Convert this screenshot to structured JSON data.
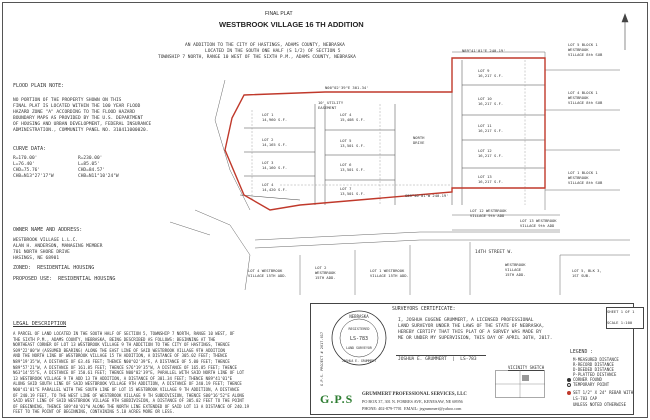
{
  "title": {
    "label": "FINAL PLAT",
    "name": "WESTBROOK VILLAGE 16 TH ADDITION"
  },
  "subtitle": [
    "AN ADDITION TO THE CITY OF HASTINGS, ADAMS COUNTY, NEBRASKA",
    "LOCATED IN THE SOUTH ONE HALF (S 1/2) OF SECTION 5",
    "TOWNSHIP 7 NORTH, RANGE 10 WEST OF THE SIXTH P.M., ADAMS COUNTY, NEBRASKA"
  ],
  "flood": {
    "heading": "FLOOD PLAIN NOTE:",
    "lines": [
      "NO PORTION OF THE PROPERTY SHOWN ON THIS",
      "FINAL PLAT IS LOCATED WITHIN THE 100 YEAR FLOOD",
      "HAZARD ZONE \"A\" ACCORDING TO THE FLOOD HAZARD",
      "BOUNDARY MAPS AS PROVIDED BY THE U.S. DEPARTMENT",
      "OF HOUSING AND URBAN DEVELOPMENT, FEDERAL INSURANCE",
      "ADMINISTRATION., COMMUNITY PANEL NO. 310411000020."
    ]
  },
  "curve": {
    "heading": "CURVE DATA:",
    "a": [
      "R=170.00'",
      "L=76.40'",
      "CHD=75.76'",
      "CHB=N13°27'17\"W"
    ],
    "b": [
      "R=230.00'",
      "L=85.05'",
      "CHD=84.57'",
      "CHB=N11°10'24\"W"
    ]
  },
  "owner": {
    "heading": "OWNER NAME AND ADDRESS:",
    "lines": [
      "WESTBROOK VILLAGE L.L.C.",
      "ALAN H. ANDERSON, MANAGING MEMBER",
      "701 NORTH SHORE DRIVE",
      "HASINGS, NE 68901"
    ],
    "zoned": "ZONED:  RESIDENTIAL HOUSING",
    "proposed": "PROPOSED USE:  RESIDENTIAL HOUSING"
  },
  "legal": {
    "heading": "LEGAL DESCRIPTION",
    "lines": [
      "A PARCEL OF LAND LOCATED IN THE SOUTH HALF OF SECTION 5, TOWNSHIP 7 NORTH, RANGE 10 WEST, OF",
      "THE SIXTH P.M., ADAMS COUNTY, NEBRASKA, BEING DESCRIBED AS FOLLOWS: BEGINNING AT THE",
      "NORTHEAST CORNER OF LOT 13 WESTBROOK VILLAGE 9 TH ADDITION TO THE CITY OF HASTINGS, THENCE",
      "S09°22'00\"W (ASSUMED BEARING) ALONG THE EAST LINE OF SAID WESTBROOK VILLAGE 9TH ADDITION",
      "AND THE NORTH LINE OF WESTBROOK VILLAGE 15 TH ADDITION, A DISTANCE OF 305.02 FEET; THENCE",
      "N89°19'35\"W, A DISTANCE OF 63.46 FEET; THENCE N00°02'39\"E, A DISTANCE OF 5.00 FEET; THENCE",
      "N89°57'21\"W, A DISTANCE OF 161.85 FEET; THENCE S76°19'35\"W, A DISTANCE OF 165.85 FEET; THENCE",
      "N63°14'55\"E, A DISTANCE OF 150.61 FEET; THENCE N00°02'39\"E, PARALLEL WITH SAID NORTH LINE OF LOT",
      "13 WESTBROOK VILLAGE 9 TH ADD 13 TH ADDITION, A DISTANCE OF 301.34 FEET; THENCE N89°41'01\"E",
      "ALONG SAID SOUTH LINE OF SAID WESTBROOK VILLAGE 9TH ADDITION, A DISTANCE OF 240.19 FEET; THENCE",
      "N00°41'01\"E PARALLEL WITH THE SOUTH LINE OF LOT 15 WESTBROOK VILLAGE 9 TH ADDITION, A DISTANCE",
      "OF 240.19 FEET, TO THE WEST LINE OF WESTBROOK VILLAGE 9 TH SUBDIVISION, THENCE S00°16'52\"E ALONG",
      "SAID WEST LINE OF SAID WESTBROOK VILLAGE 9TH SUBDIVISION, A DISTANCE OF 305.02 FEET TO THE POINT",
      "OF BEGINNING, THENCE S89°40'01\"W ALONG THE NORTH LINE EXTENDED OF SAID LOT 13 A DISTANCE OF 240.19",
      "FEET TO THE POINT OF BEGINNING, CONTAINING 5.18 ACRES MORE OR LESS."
    ]
  },
  "surveyor": {
    "heading": "SURVEYORS CERTIFICATE:",
    "lines": [
      "I, JOSHUA EUGENE GRUMMERT, A LICENSED PROFESSIONAL",
      "LAND SURVEYOR UNDER THE LAWS OF THE STATE OF NEBRASKA,",
      "HEREBY CERTIFY THAT THIS PLAT OF A SURVEY WAS MADE BY",
      "ME OR UNDER MY SUPERVISION, THIS DAY OF APRIL 30TH, 2017."
    ],
    "signature": "JOSHUA E. GRUMMERT  |  LS-783",
    "seal": {
      "top": "NEBRASKA",
      "mid1": "REGISTERED",
      "num": "LS-783",
      "mid2": "LAND SURVEYOR",
      "bottom": "JOSHUA E. GRUMMERT"
    },
    "vicinity": "VICINITY SKETCH",
    "project_vertical": "G.P.S. PROJECT # 2017-017"
  },
  "company": {
    "logo": "G.P.S",
    "name": "GRUMMERT PROFESSIONAL SERVICES, LLC",
    "address": "PO BOX 37, 301 N. FORRES AVE, KENESAW, NE 68956",
    "phone": "PHONE: 402-879-7701  EMAIL: jegrummert@yahoo.com"
  },
  "sheet": {
    "line1": "SHEET 1 OF 1",
    "scale": "SCALE 1:100"
  },
  "legend": {
    "heading": "LEGEND :",
    "items": [
      "M-MEASURED DISTANCE",
      "R-RECORD DISTANCE",
      "D-DEEDED DISTANCE",
      "P-PLATTED DISTANCE",
      "CORNER FOUND",
      "TEMPORARY POINT",
      "SET 1/2\" X 24\" REBAR WITH LS-783 CAP",
      "UNLESS NOTED OTHERWISE"
    ]
  },
  "map": {
    "boundary_calls": [
      "N89°41'01\"E 240.19'",
      "N00°02'39\"E 301.34'",
      "S89°40'01\"W 240.19'"
    ],
    "street": "14TH STREET W.",
    "lots_west": [
      "LOT 1\n14,960 S.F.",
      "LOT 2\n14,165 S.F.",
      "LOT 3\n14,160 S.F.",
      "LOT 4\n14,420 S.F."
    ],
    "lots_mid": [
      "LOT 4\n15,408 S.F.",
      "LOT 5\n13,501 S.F.",
      "LOT 6\n13,501 S.F.",
      "LOT 7\n13,501 S.F."
    ],
    "lots_east": [
      "LOT 9\n16,217 S.F.",
      "LOT 10\n16,217 S.F.",
      "LOT 11\n16,217 S.F.",
      "LOT 12\n16,217 S.F.",
      "LOT 13\n16,217 S.F."
    ],
    "utility": "10' UTILITY\nEASEMENT",
    "drive": "NORTH\nDRIVE",
    "neighbors": [
      "LOT 5 BLOCK 1\nWESTBROOK\nVILLAGE 8th SUB",
      "LOT 4 BLOCK 1\nWESTBROOK\nVILLAGE 8th SUB",
      "LOT 1 BLOCK 1\nWESTBROOK\nVILLAGE 8th SUB",
      "LOT 12 WESTBROOK\nVILLAGE 9th ADD",
      "LOT 13 WESTBROOK\nVILLAGE 9th ADD"
    ],
    "south_lots": [
      "LOT 4 WESTBROOK\nVILLAGE 15TH ADD.",
      "LOT 2\nWESTBROOK\n15TH ADD.",
      "LOT 1 WESTBROOK\nVILLAGE 15TH ADD.",
      "WESTBROOK\nVILLAGE\n15TH ADD.",
      "LOT 5, BLK 3,\n1ST SUB."
    ]
  }
}
